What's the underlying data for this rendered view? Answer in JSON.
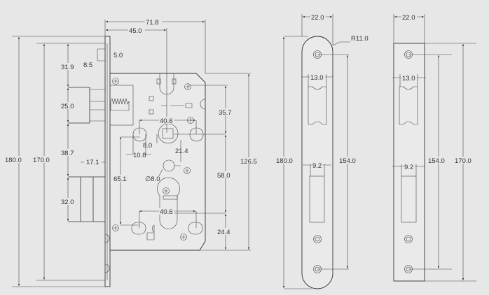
{
  "lock_body": {
    "width_overall": "71.8",
    "backset": "45.0",
    "faceplate_height": "180.0",
    "case_height": "170.0",
    "latch_offset": "31.9",
    "notch_a": "8.5",
    "notch_b": "5.0",
    "latch_height": "25.0",
    "gap": "38.7",
    "deadbolt_throw": "17.1",
    "deadbolt_height": "32.0",
    "lower_offset": "65.1",
    "slot_spacing_top": "40.6",
    "spindle_size": "8.0",
    "slot_offset": "10.8",
    "hole_offset": "21.4",
    "hole_diameter": "∅8.0",
    "dim_35_7": "35.7",
    "center_distance": "58.0",
    "body_height": "126.5",
    "slot_spacing_bottom": "40.6",
    "cylinder_offset": "24.4"
  },
  "faceplate_rounded": {
    "width": "22.0",
    "radius": "R11.0",
    "height": "180.0",
    "latch_width": "13.0",
    "bolt_width": "9.2",
    "screw_distance": "154.0"
  },
  "faceplate_square": {
    "width": "22.0",
    "latch_width": "13.0",
    "bolt_width": "9.2",
    "screw_distance": "154.0",
    "height": "170.0"
  }
}
